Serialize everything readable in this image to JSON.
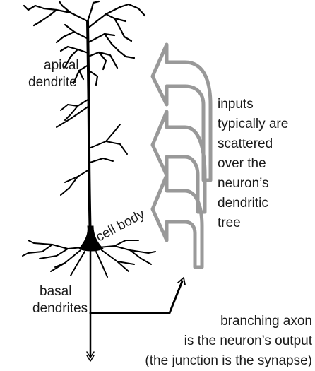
{
  "diagram": {
    "labels": {
      "apical_dendrite": [
        "apical",
        "dendrite"
      ],
      "basal_dendrites": [
        "basal",
        "dendrites"
      ],
      "cell_body": "cell body",
      "inputs": [
        "inputs",
        "typically are",
        "scattered",
        "over the",
        "neuron’s",
        "dendritic",
        "tree"
      ],
      "axon": [
        "branching axon",
        "is the neuron’s output",
        "(the junction is the synapse)"
      ]
    },
    "colors": {
      "neuron": "#000000",
      "input_arrows": "#999999",
      "text": "#1a1a1a"
    },
    "icons": {
      "input_arrows": "curved-arrow-outline-icon",
      "axon_arrow": "arrow-head-icon"
    }
  }
}
